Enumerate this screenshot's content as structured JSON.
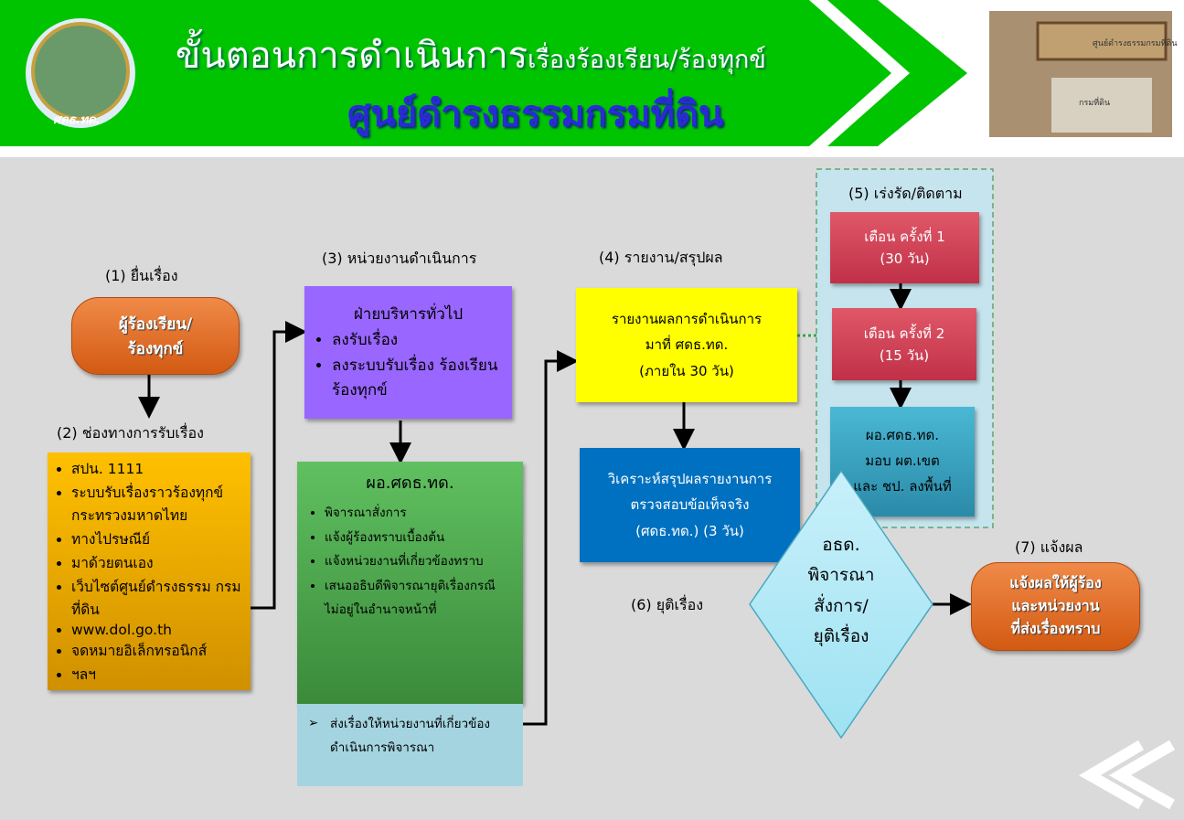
{
  "header": {
    "title_main": "ขั้นตอนการดำเนินการ",
    "title_sub": "เรื่องร้องเรียน/ร้องทุกข์",
    "subtitle": "ศูนย์ดำรงธรรมกรมที่ดิน",
    "logo_text": "ศดธ.ทด.",
    "photo_sign": "ศูนย์ดำรงธรรมกรมที่ดิน",
    "photo_sign2": "กรมที่ดิน"
  },
  "colors": {
    "header_green": "#00c400",
    "subtitle_blue": "#2a2ad8",
    "orange": "#e26a20",
    "purple": "#9966ff",
    "yellow": "#ffff00",
    "blue": "#0070c0",
    "red": "#d0405a",
    "teal": "#3ba8c4"
  },
  "step1": {
    "label": "(1) ยื่นเรื่อง",
    "box": "ผู้ร้องเรียน/\nร้องทุกข์"
  },
  "step2": {
    "label": "(2) ช่องทางการรับเรื่อง",
    "items": [
      "สปน. 1111",
      "ระบบรับเรื่องราวร้องทุกข์ กระทรวงมหาดไทย",
      "ทางไปรษณีย์",
      "มาด้วยตนเอง",
      "เว็บไซต์ศูนย์ดำรงธรรม กรมที่ดิน",
      "www.dol.go.th",
      "จดหมายอิเล็กทรอนิกส์",
      "ฯลฯ"
    ]
  },
  "step3": {
    "label": "(3) หน่วยงานดำเนินการ",
    "purple_title": "ฝ่ายบริหารทั่วไป",
    "purple_items": [
      "ลงรับเรื่อง",
      "ลงระบบรับเรื่อง ร้องเรียนร้องทุกข์"
    ],
    "green_title": "ผอ.ศดธ.ทด.",
    "green_items": [
      "พิจารณาสั่งการ",
      "แจ้งผู้ร้องทราบเบื้องต้น",
      "แจ้งหน่วยงานที่เกี่ยวข้องทราบ",
      "เสนออธิบดีพิจารณายุติเรื่องกรณี ไม่อยู่ในอำนาจหน้าที่"
    ],
    "forward": "ส่งเรื่องให้หน่วยงานที่เกี่ยวข้อง ดำเนินการพิจารณา"
  },
  "step4": {
    "label": "(4) รายงาน/สรุปผล",
    "yellow_lines": [
      "รายงานผลการดำเนินการ",
      "มาที่ ศดธ.ทด.",
      "(ภายใน 30 วัน)"
    ],
    "blue_lines": [
      "วิเคราะห์สรุปผลรายงานการ",
      "ตรวจสอบข้อเท็จจริง",
      "(ศดธ.ทด.) (3 วัน)"
    ]
  },
  "step5": {
    "label": "(5) เร่งรัด/ติดตาม",
    "warn1": [
      "เตือน ครั้งที่ 1",
      "(30 วัน)"
    ],
    "warn2": [
      "เตือน ครั้งที่ 2",
      "(15 วัน)"
    ],
    "assign": [
      "ผอ.ศดธ.ทด.",
      "มอบ ผต.เขต",
      "และ ชป. ลงพื้นที่"
    ]
  },
  "step6": {
    "label": "(6) ยุติเรื่อง",
    "diamond": [
      "อธด.",
      "พิจารณา",
      "สั่งการ/",
      "ยุติเรื่อง"
    ]
  },
  "step7": {
    "label": "(7) แจ้งผล",
    "box": "แจ้งผลให้ผู้ร้อง\nและหน่วยงาน\nที่ส่งเรื่องทราบ"
  }
}
